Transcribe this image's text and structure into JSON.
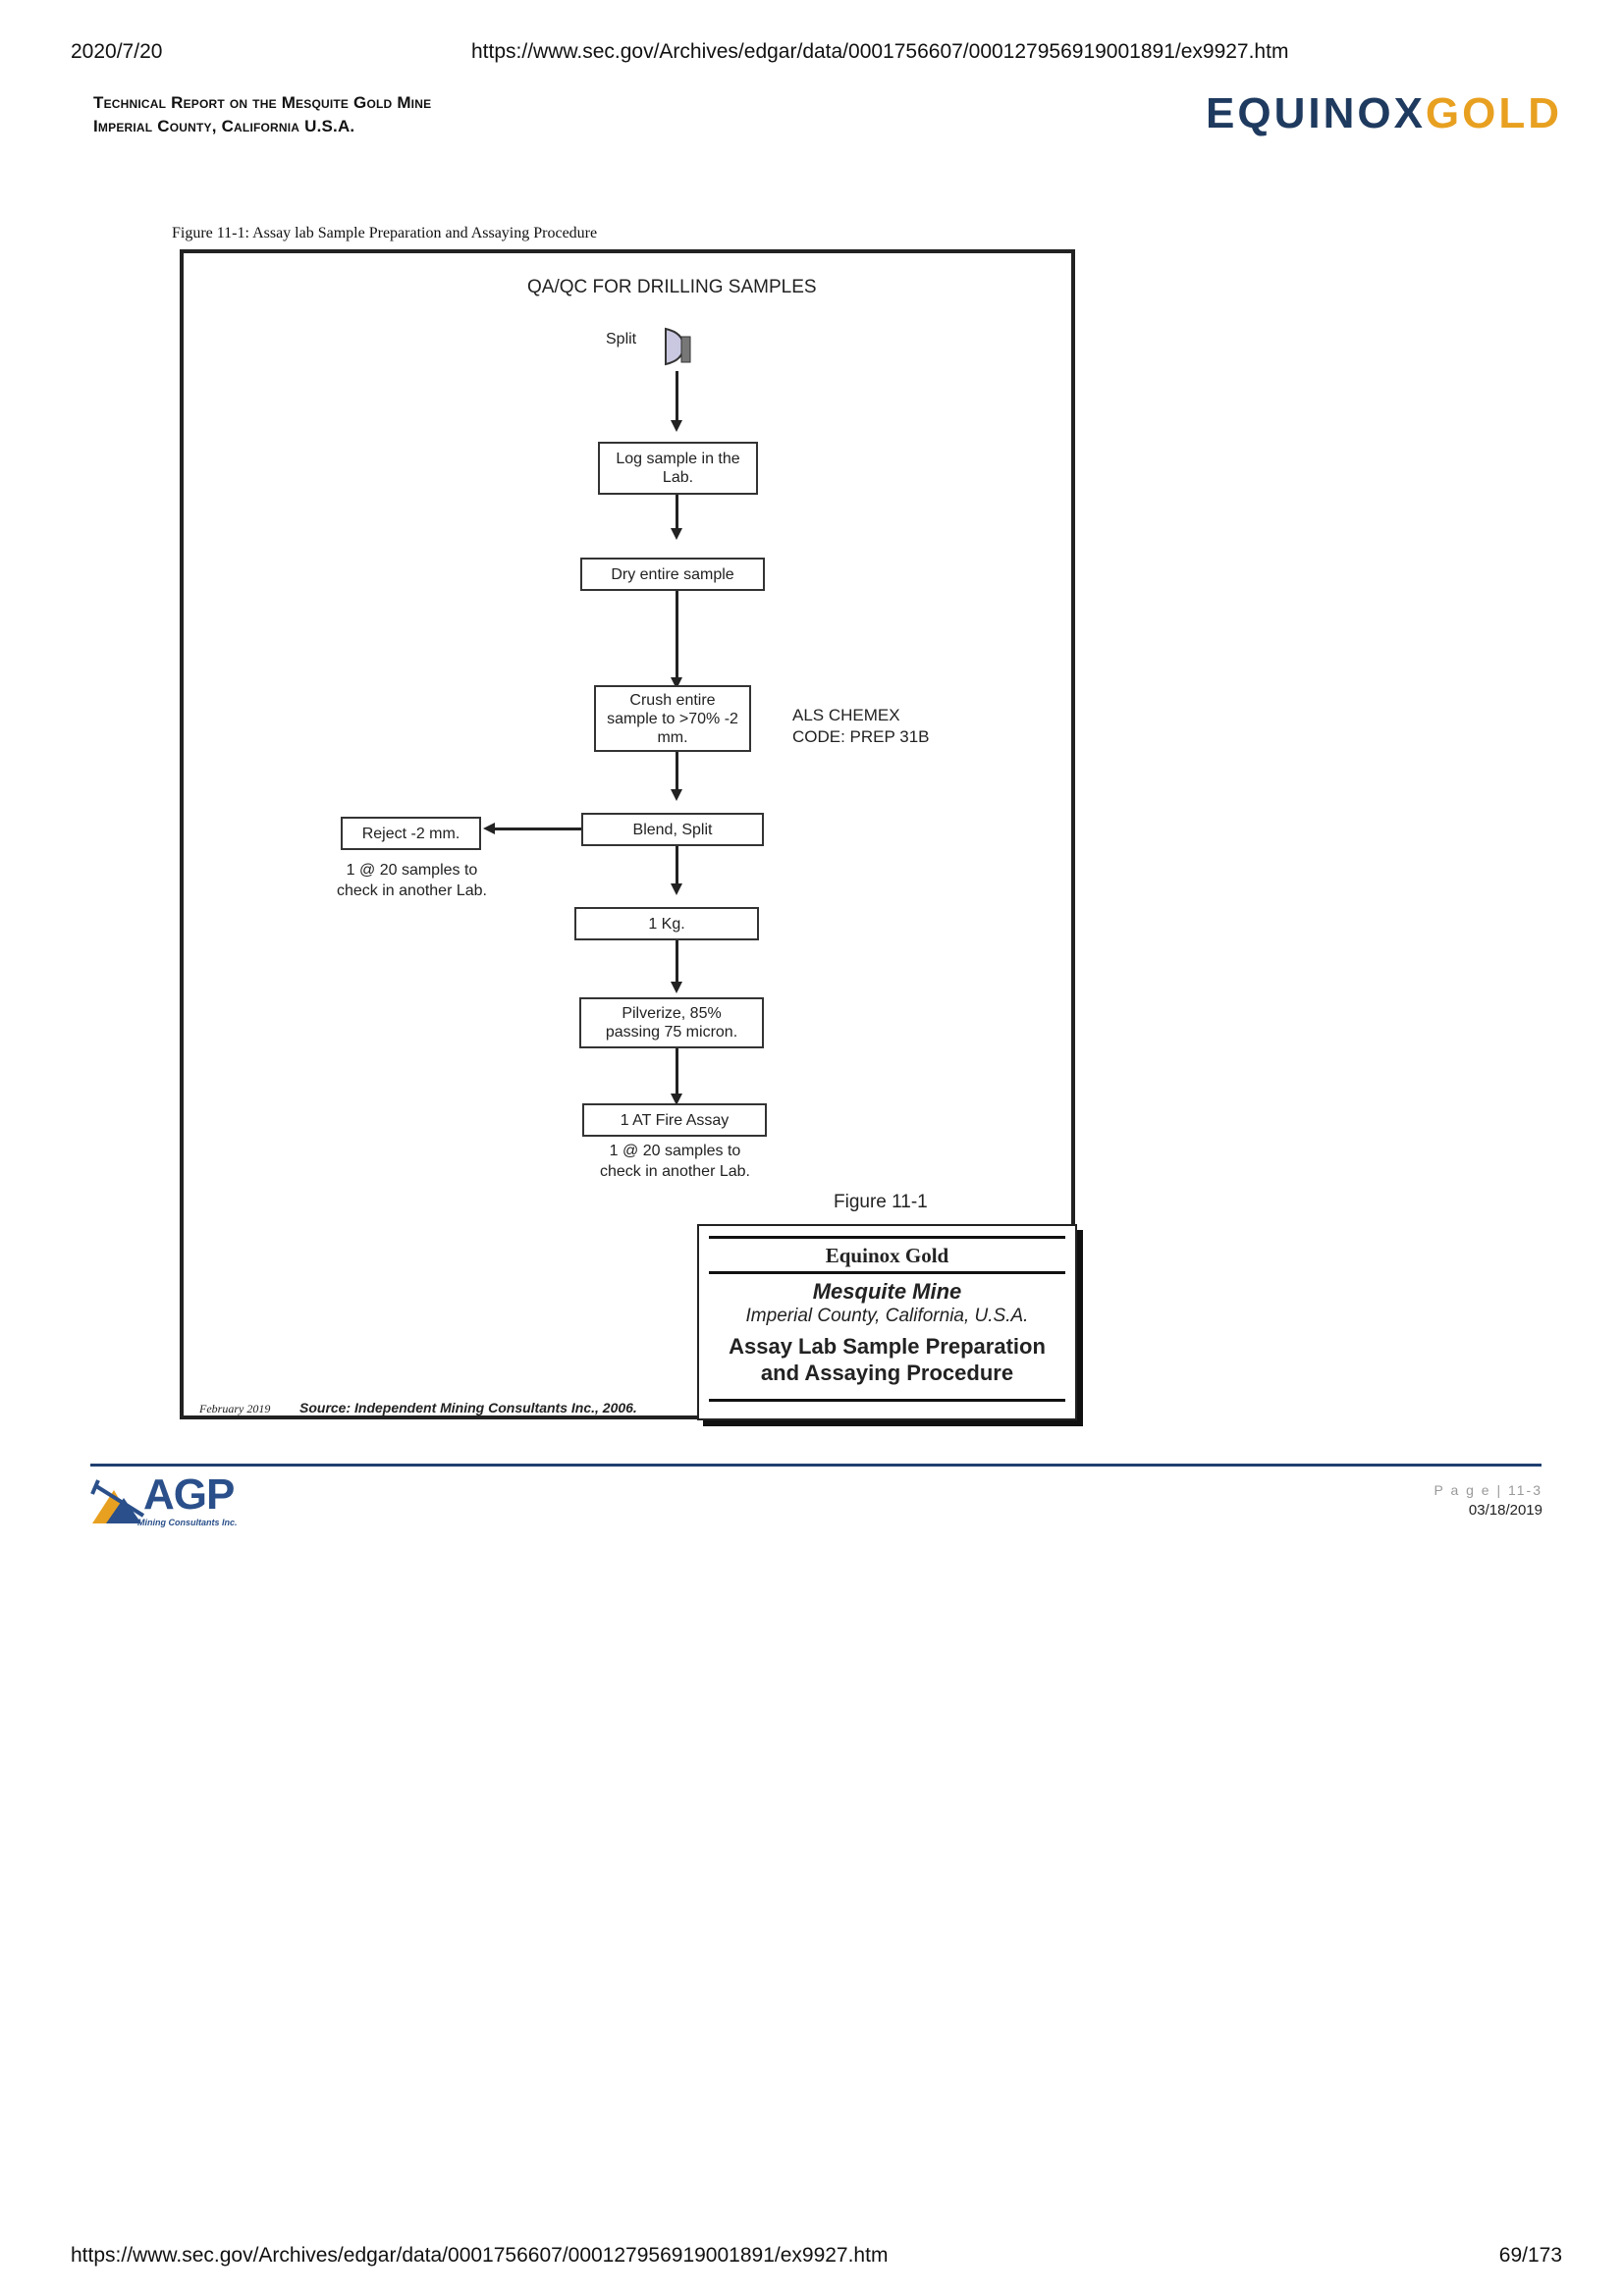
{
  "browser": {
    "date": "2020/7/20",
    "url": "https://www.sec.gov/Archives/edgar/data/0001756607/000127956919001891/ex9927.htm",
    "page_count": "69/173"
  },
  "header": {
    "title_line1": "Technical Report on the Mesquite Gold Mine",
    "title_line2": "Imperial County, California U.S.A.",
    "logo_part1": "EQUINOX",
    "logo_part2": "GOLD",
    "logo_colors": {
      "equinox": "#1f3a5f",
      "gold": "#e8a020"
    }
  },
  "caption": "Figure 11-1: Assay lab Sample Preparation and Assaying Procedure",
  "figure": {
    "heading": "QA/QC FOR DRILLING SAMPLES",
    "split_label": "Split",
    "steps": {
      "log": "Log sample in the Lab.",
      "dry": "Dry entire sample",
      "crush": "Crush entire sample to >70% -2 mm.",
      "blend": "Blend, Split",
      "kg": "1 Kg.",
      "pulverize": "Pilverize, 85% passing 75 micron.",
      "assay": "1 AT Fire Assay",
      "reject": "Reject -2 mm."
    },
    "als_line1": "ALS CHEMEX",
    "als_line2": "CODE: PREP 31B",
    "reject_note": "1 @ 20 samples to check in another Lab.",
    "assay_note": "1 @ 20 samples to check in another Lab.",
    "figure_label": "Figure 11-1",
    "title_block": {
      "company": "Equinox Gold",
      "mine": "Mesquite Mine",
      "location": "Imperial County, California, U.S.A.",
      "subject_line1": "Assay Lab Sample Preparation",
      "subject_line2": "and Assaying Procedure"
    },
    "date_note": "February 2019",
    "source": "Source: Independent Mining Consultants Inc., 2006."
  },
  "footer": {
    "agp_logo": "AGP",
    "agp_sub": "Mining Consultants Inc.",
    "page": "P a g e | 11-3",
    "date": "03/18/2019"
  },
  "icons": {
    "split_icon": "splitter-icon",
    "agp_icon": "pickaxe-mountain-icon"
  }
}
